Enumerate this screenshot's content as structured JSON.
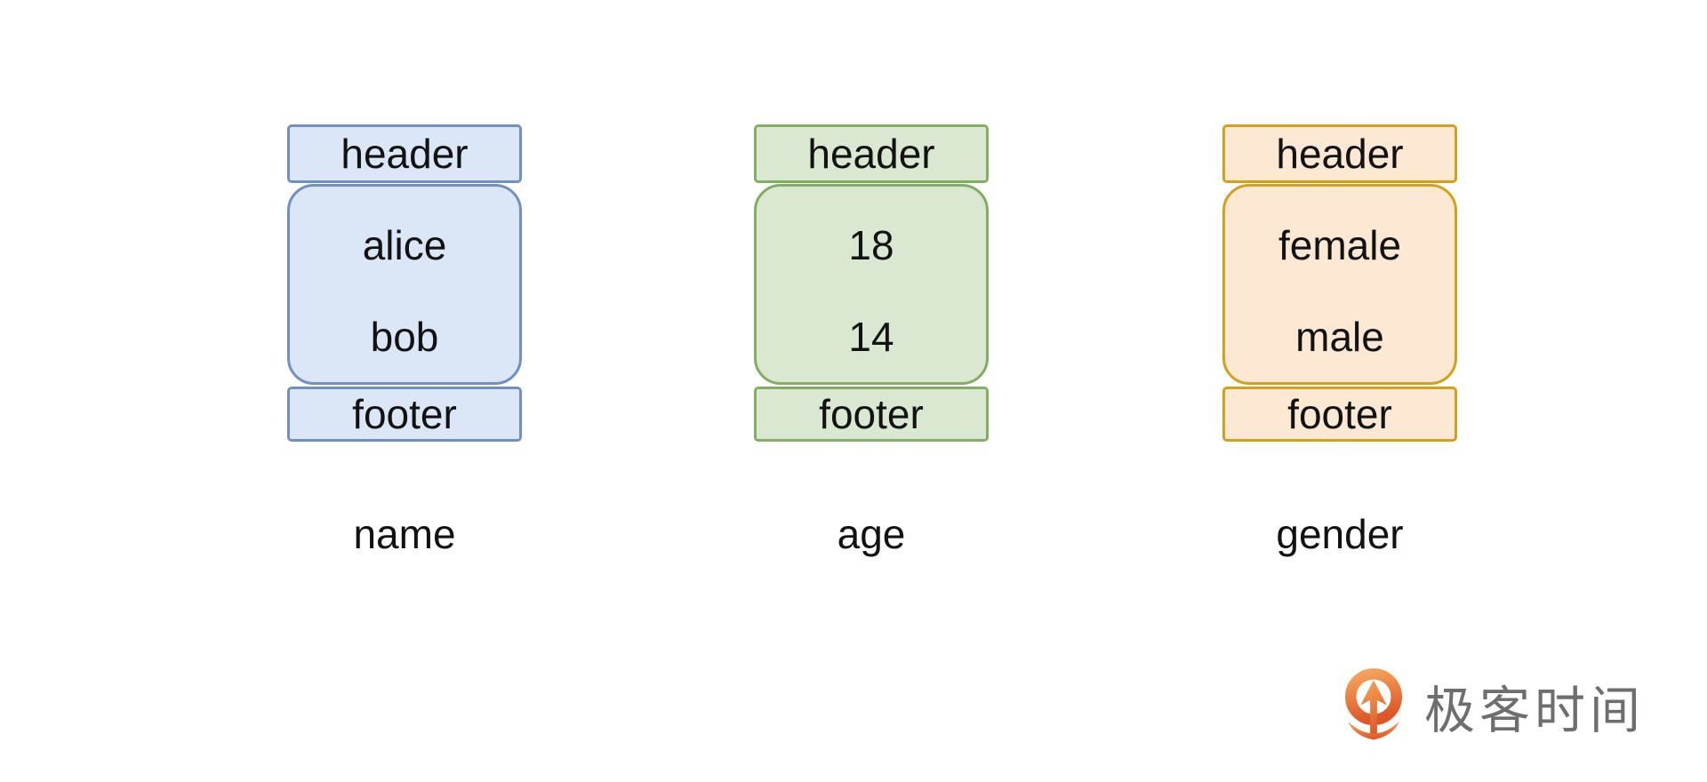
{
  "diagram": {
    "kind": "columnar-storage-layout",
    "columns": [
      {
        "label": "name",
        "header": "header",
        "footer": "footer",
        "values": [
          "alice",
          "bob"
        ],
        "fill": "#dbe6f6",
        "border": "#7090c2"
      },
      {
        "label": "age",
        "header": "header",
        "footer": "footer",
        "values": [
          "18",
          "14"
        ],
        "fill": "#dae8d2",
        "border": "#81ae63"
      },
      {
        "label": "gender",
        "header": "header",
        "footer": "footer",
        "values": [
          "female",
          "male"
        ],
        "fill": "#fce8d3",
        "border": "#d3a01b"
      }
    ]
  },
  "logo": {
    "text": "极客时间",
    "icon": "geektime-logo-icon",
    "icon_gradient_top": "#f4a25b",
    "icon_gradient_bottom": "#dd5627",
    "text_color": "#6e6e6e"
  }
}
